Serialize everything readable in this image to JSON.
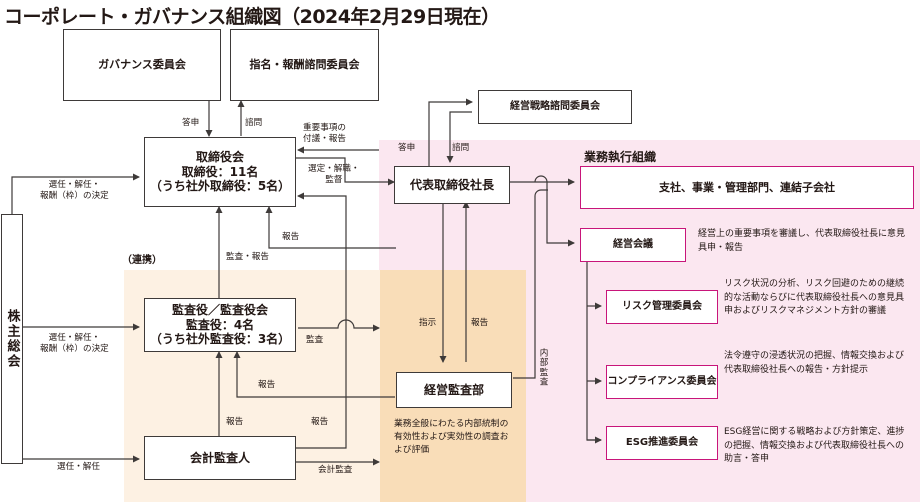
{
  "title": "コーポレート・ガバナンス組織図（2024年2月29日現在）",
  "shareholders": "株主総会",
  "governance_committee": "ガバナンス委員会",
  "nomination_committee": "指名・報酬諮問委員会",
  "board": {
    "line1": "取締役会",
    "line2": "取締役：11名",
    "line3": "（うち社外取締役：5名）"
  },
  "audit_board": {
    "line1": "監査役／監査役会",
    "line2": "監査役：4名",
    "line3": "（うち社外監査役：3名）"
  },
  "accounting_auditor": "会計監査人",
  "president": "代表取締役社長",
  "strategy_committee": "経営戦略諮問委員会",
  "business_exec": {
    "header": "業務執行組織",
    "divisions": "支社、事業・管理部門、連結子会社",
    "meeting": "経営会議",
    "meeting_note": "経営上の重要事項を審議し、代表取締役社長に意見具申・報告",
    "risk": "リスク管理委員会",
    "risk_note": "リスク状況の分析、リスク回避のための継続的な活動ならびに代表取締役社長への意見具申およびリスクマネジメント方針の審議",
    "compliance": "コンプライアンス委員会",
    "compliance_note": "法令遵守の浸透状況の把握、情報交換および代表取締役社長への報告・方針提示",
    "esg": "ESG推進委員会",
    "esg_note": "ESG経営に関する戦略および方針策定、進捗の把握、情報交換および代表取締役社長への助言・答申"
  },
  "internal_audit": {
    "name": "経営監査部",
    "note": "業務全般にわたる内部統制の有効性および実効性の調査および評価"
  },
  "renkei": "（連携）",
  "labels": {
    "toushin": "答申",
    "shimon": "諮問",
    "important_matters_1": "重要事項の",
    "important_matters_2": "付議・報告",
    "appoint_supervise_1": "選定・解職・",
    "appoint_supervise_2": "監督",
    "elect_board_1": "選任・解任・",
    "elect_board_2": "報酬（枠）の決定",
    "elect_audit_1": "選任・解任・",
    "elect_audit_2": "報酬（枠）の決定",
    "elect_acct": "選任・解任",
    "houkoku": "報告",
    "audit_report": "監査・報告",
    "kansa": "監査",
    "shiji": "指示",
    "internal_audit_v": "内部監査",
    "acct_audit": "会計監査",
    "toushin2": "答申",
    "shimon2": "諮問"
  },
  "colors": {
    "accent": "#c8157a",
    "line": "#3e3a39",
    "pink_area": "#fbe7f0",
    "orange_area": "#f9ddb8",
    "light_orange_area": "#fdf1e3"
  }
}
